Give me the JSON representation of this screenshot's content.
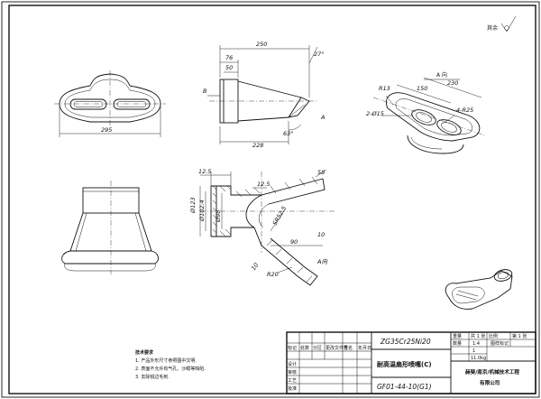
{
  "surface_finish": "其余",
  "dimensions": {
    "top_length": "250",
    "top_a": "76",
    "top_b": "50",
    "top_angle": "27°",
    "top_bottom_len": "228",
    "top_angle2": "63°",
    "front_width": "295",
    "section_t1": "12.5",
    "section_t2": "12.5",
    "section_len": "58",
    "dia_1": "Ø123",
    "dia_2": "Ø102.4",
    "dia_3": "Ø98",
    "sphere": "SR52.5",
    "r_outer": "R20",
    "len_90": "90",
    "len_10": "10",
    "small_10": "10",
    "iso_150": "150",
    "iso_230": "230",
    "iso_r1": "R13",
    "iso_r2": "2-Ø15",
    "iso_r3": "4-R25",
    "view_label": "A 向",
    "view_B": "B",
    "view_A": "A",
    "view_A2": "A向"
  },
  "notes": {
    "heading": "技术要求",
    "items": [
      "1. 产品外形尺寸参照图中文明.",
      "2. 表面不允许有气孔、沙眼等缺陷.",
      "3. 去除锐边毛刺."
    ]
  },
  "title_block": {
    "material": "ZG35Cr25Ni20",
    "part_name": "耐高温扇形喷嘴(C)",
    "drawing_no": "GF01-44-10(G1)",
    "company_line1": "赫斐/南京/机械技术工程",
    "company_line2": "有限公司",
    "scale_label": "比例",
    "scale": "1:4",
    "qty_label": "数量",
    "qty": "1",
    "weight_label": "重量",
    "weight": "11.0kg",
    "sheet_label": "共 1 张",
    "sheet_of": "第 1 张",
    "mark_label": "图样标记",
    "rows": [
      "标记",
      "处数",
      "分区",
      "更改文件号",
      "签名",
      "年月日"
    ],
    "roles": [
      "设计",
      "审核",
      "工艺",
      "批准"
    ]
  }
}
